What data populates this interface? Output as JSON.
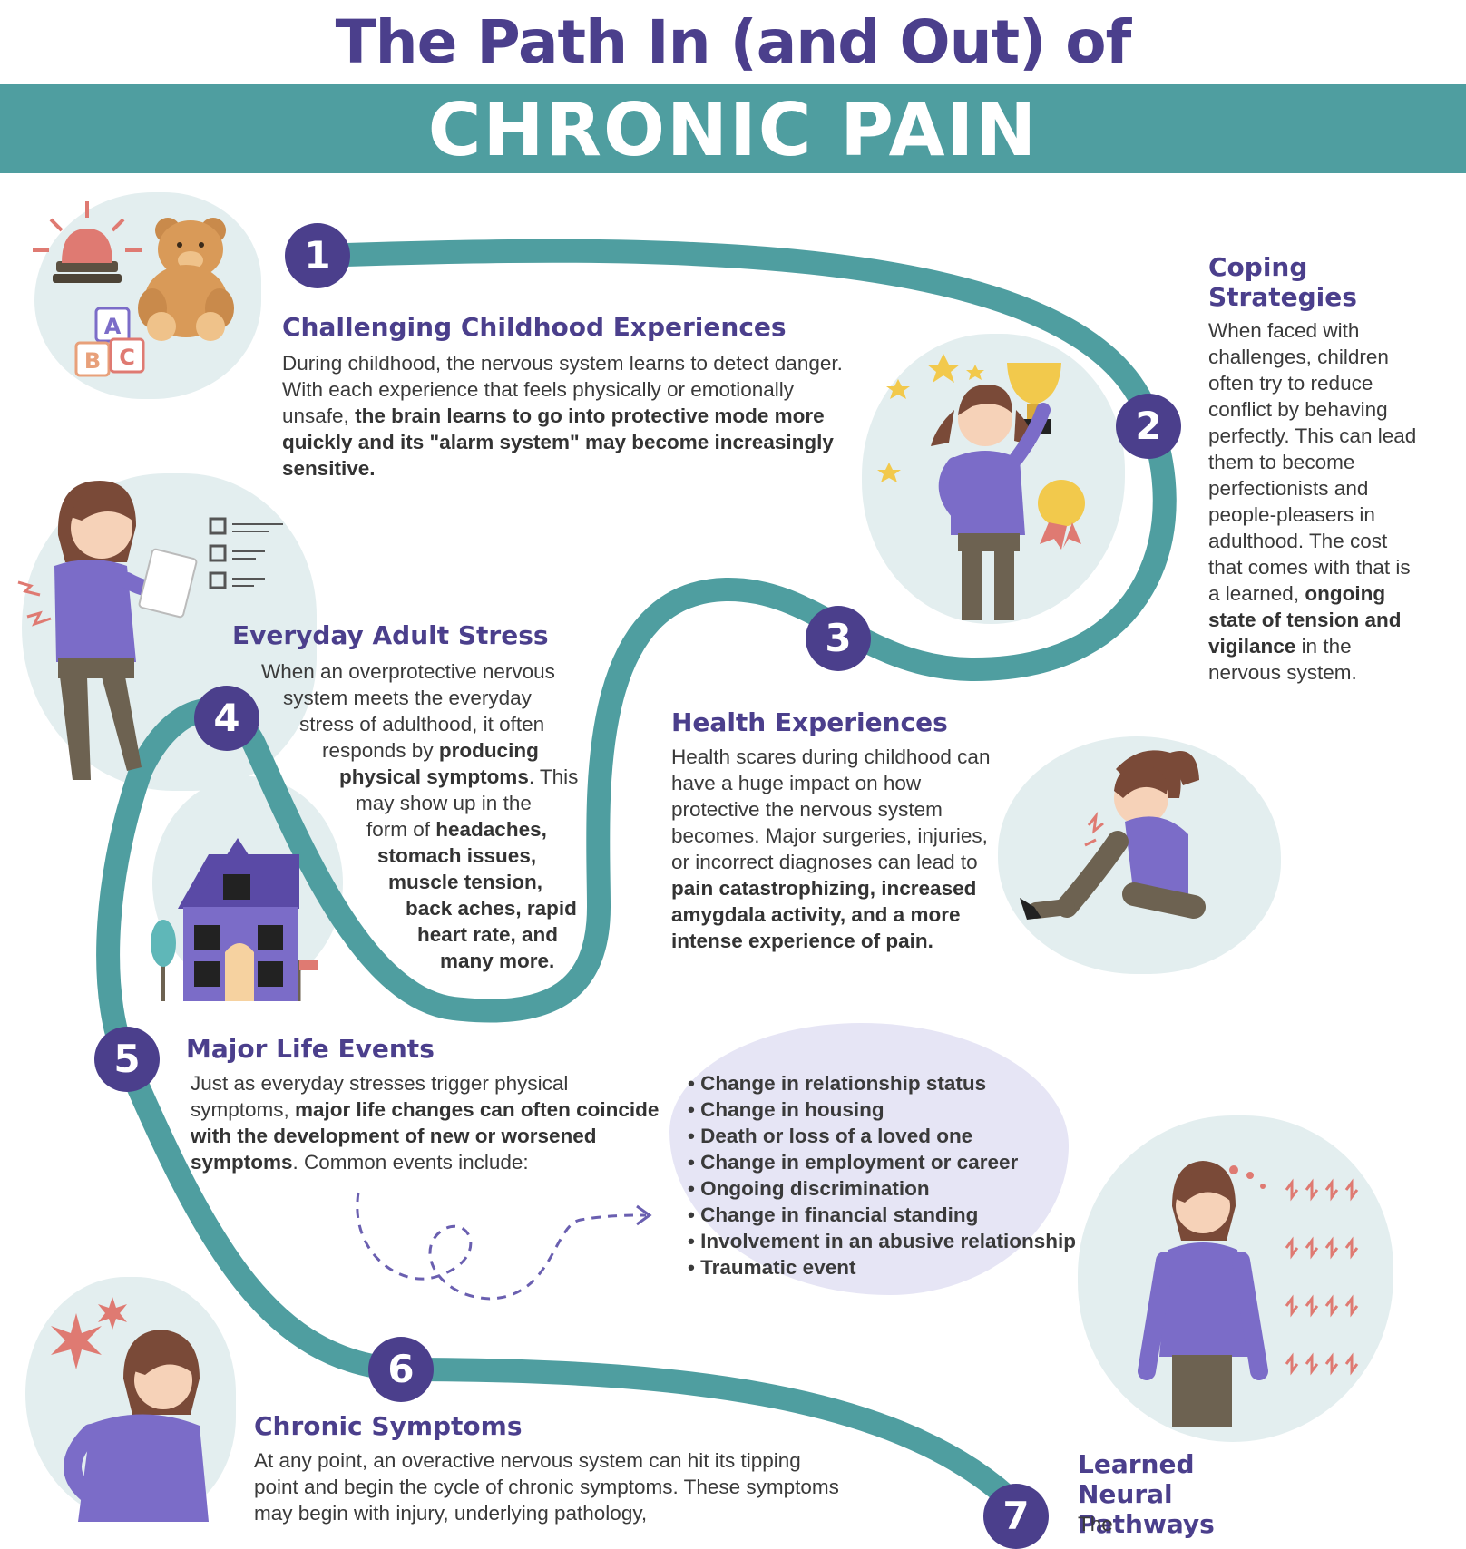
{
  "header": {
    "title_top": "The Path In (and Out) of",
    "title_banner": "CHRONIC PAIN"
  },
  "colors": {
    "accent_purple": "#4b3f8c",
    "teal": "#4f9ea0",
    "blob_teal": "#e3eeef",
    "blob_lavender": "#e6e5f5"
  },
  "steps": [
    {
      "number": "1",
      "title": "Challenging Childhood Experiences",
      "text_plain": "During childhood, the nervous system learns to detect danger. With each experience that feels physically or emotionally unsafe,",
      "text_bold": "the brain learns to go into protective mode more quickly and its \"alarm system\" may become increasingly sensitive."
    },
    {
      "number": "2",
      "title": "Coping Strategies",
      "text_plain": "When faced with challenges, children often try to reduce conflict by behaving perfectly. This can lead them to become perfectionists and people-pleasers in adulthood. The cost that comes with that is a learned,",
      "text_bold": "ongoing state of tension and vigilance",
      "text_end": "in the nervous system."
    },
    {
      "number": "3",
      "title": "Health Experiences",
      "text_plain": "Health scares during childhood can have a huge impact on how protective the nervous system becomes. Major surgeries, injuries, or incorrect diagnoses can lead to",
      "text_bold": "pain catastrophizing, increased amygdala activity, and a more intense experience of pain."
    },
    {
      "number": "4",
      "title": "Everyday Adult Stress",
      "lines": [
        {
          "plain": "When an overprotective nervous",
          "bold": ""
        },
        {
          "plain": "system meets the everyday",
          "bold": ""
        },
        {
          "plain": "stress of adulthood, it often",
          "bold": ""
        },
        {
          "plain": "responds by ",
          "bold": "producing"
        },
        {
          "plain": "",
          "bold": "physical symptoms",
          "after": ". This"
        },
        {
          "plain": "may show up in the",
          "bold": ""
        },
        {
          "plain": "form of ",
          "bold": "headaches,"
        },
        {
          "plain": "",
          "bold": "stomach issues,"
        },
        {
          "plain": "",
          "bold": "muscle tension,"
        },
        {
          "plain": "",
          "bold": "back aches, rapid"
        },
        {
          "plain": "",
          "bold": "heart rate, and"
        },
        {
          "plain": "",
          "bold": "many more."
        }
      ]
    },
    {
      "number": "5",
      "title": "Major Life Events",
      "text_plain": "Just as everyday stresses trigger physical symptoms,",
      "text_bold": "major life changes can often coincide with the development of new or worsened symptoms",
      "text_end": ". Common events include:"
    },
    {
      "number": "6",
      "title": "Chronic Symptoms",
      "text": "At any point, an overactive nervous system can hit its tipping point and begin the cycle of chronic symptoms. These symptoms may begin with injury, underlying pathology,"
    },
    {
      "number": "7",
      "title": "Learned Neural Pathways",
      "text": "The"
    }
  ],
  "life_events": [
    "Change in relationship status",
    "Change in housing",
    "Death or loss of a loved one",
    "Change in employment or career",
    "Ongoing discrimination",
    "Change in financial standing",
    "Involvement in an abusive relationship",
    "Traumatic event"
  ],
  "blocks_letters": [
    "A",
    "B",
    "C"
  ]
}
